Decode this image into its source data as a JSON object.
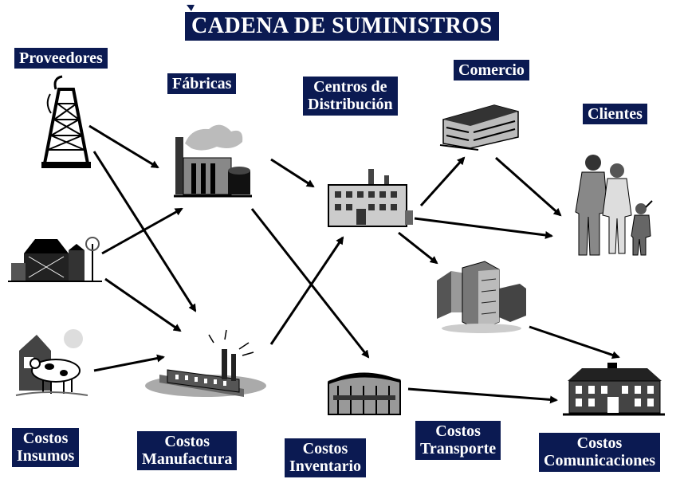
{
  "title": "CADENA DE SUMINISTROS",
  "labels": {
    "proveedores": "Proveedores",
    "fabricas": "Fábricas",
    "centros_l1": "Centros de",
    "centros_l2": "Distribución",
    "comercio": "Comercio",
    "clientes": "Clientes",
    "costos_insumos_l1": "Costos",
    "costos_insumos_l2": "Insumos",
    "costos_manufactura_l1": "Costos",
    "costos_manufactura_l2": "Manufactura",
    "costos_inventario_l1": "Costos",
    "costos_inventario_l2": "Inventario",
    "costos_transporte_l1": "Costos",
    "costos_transporte_l2": "Transporte",
    "costos_comunicaciones_l1": "Costos",
    "costos_comunicaciones_l2": "Comunicaciones"
  },
  "icons": [
    "oil-derrick-icon",
    "barn-icon",
    "cow-farm-icon",
    "factory-tanks-icon",
    "factory-smokestack-icon",
    "distribution-center-icon",
    "warehouse-icon",
    "commerce-building-icon",
    "office-towers-icon",
    "family-customers-icon",
    "store-house-icon"
  ],
  "colors": {
    "label_bg": "#0b1a52",
    "label_text": "#ffffff",
    "arrow": "#000000"
  }
}
